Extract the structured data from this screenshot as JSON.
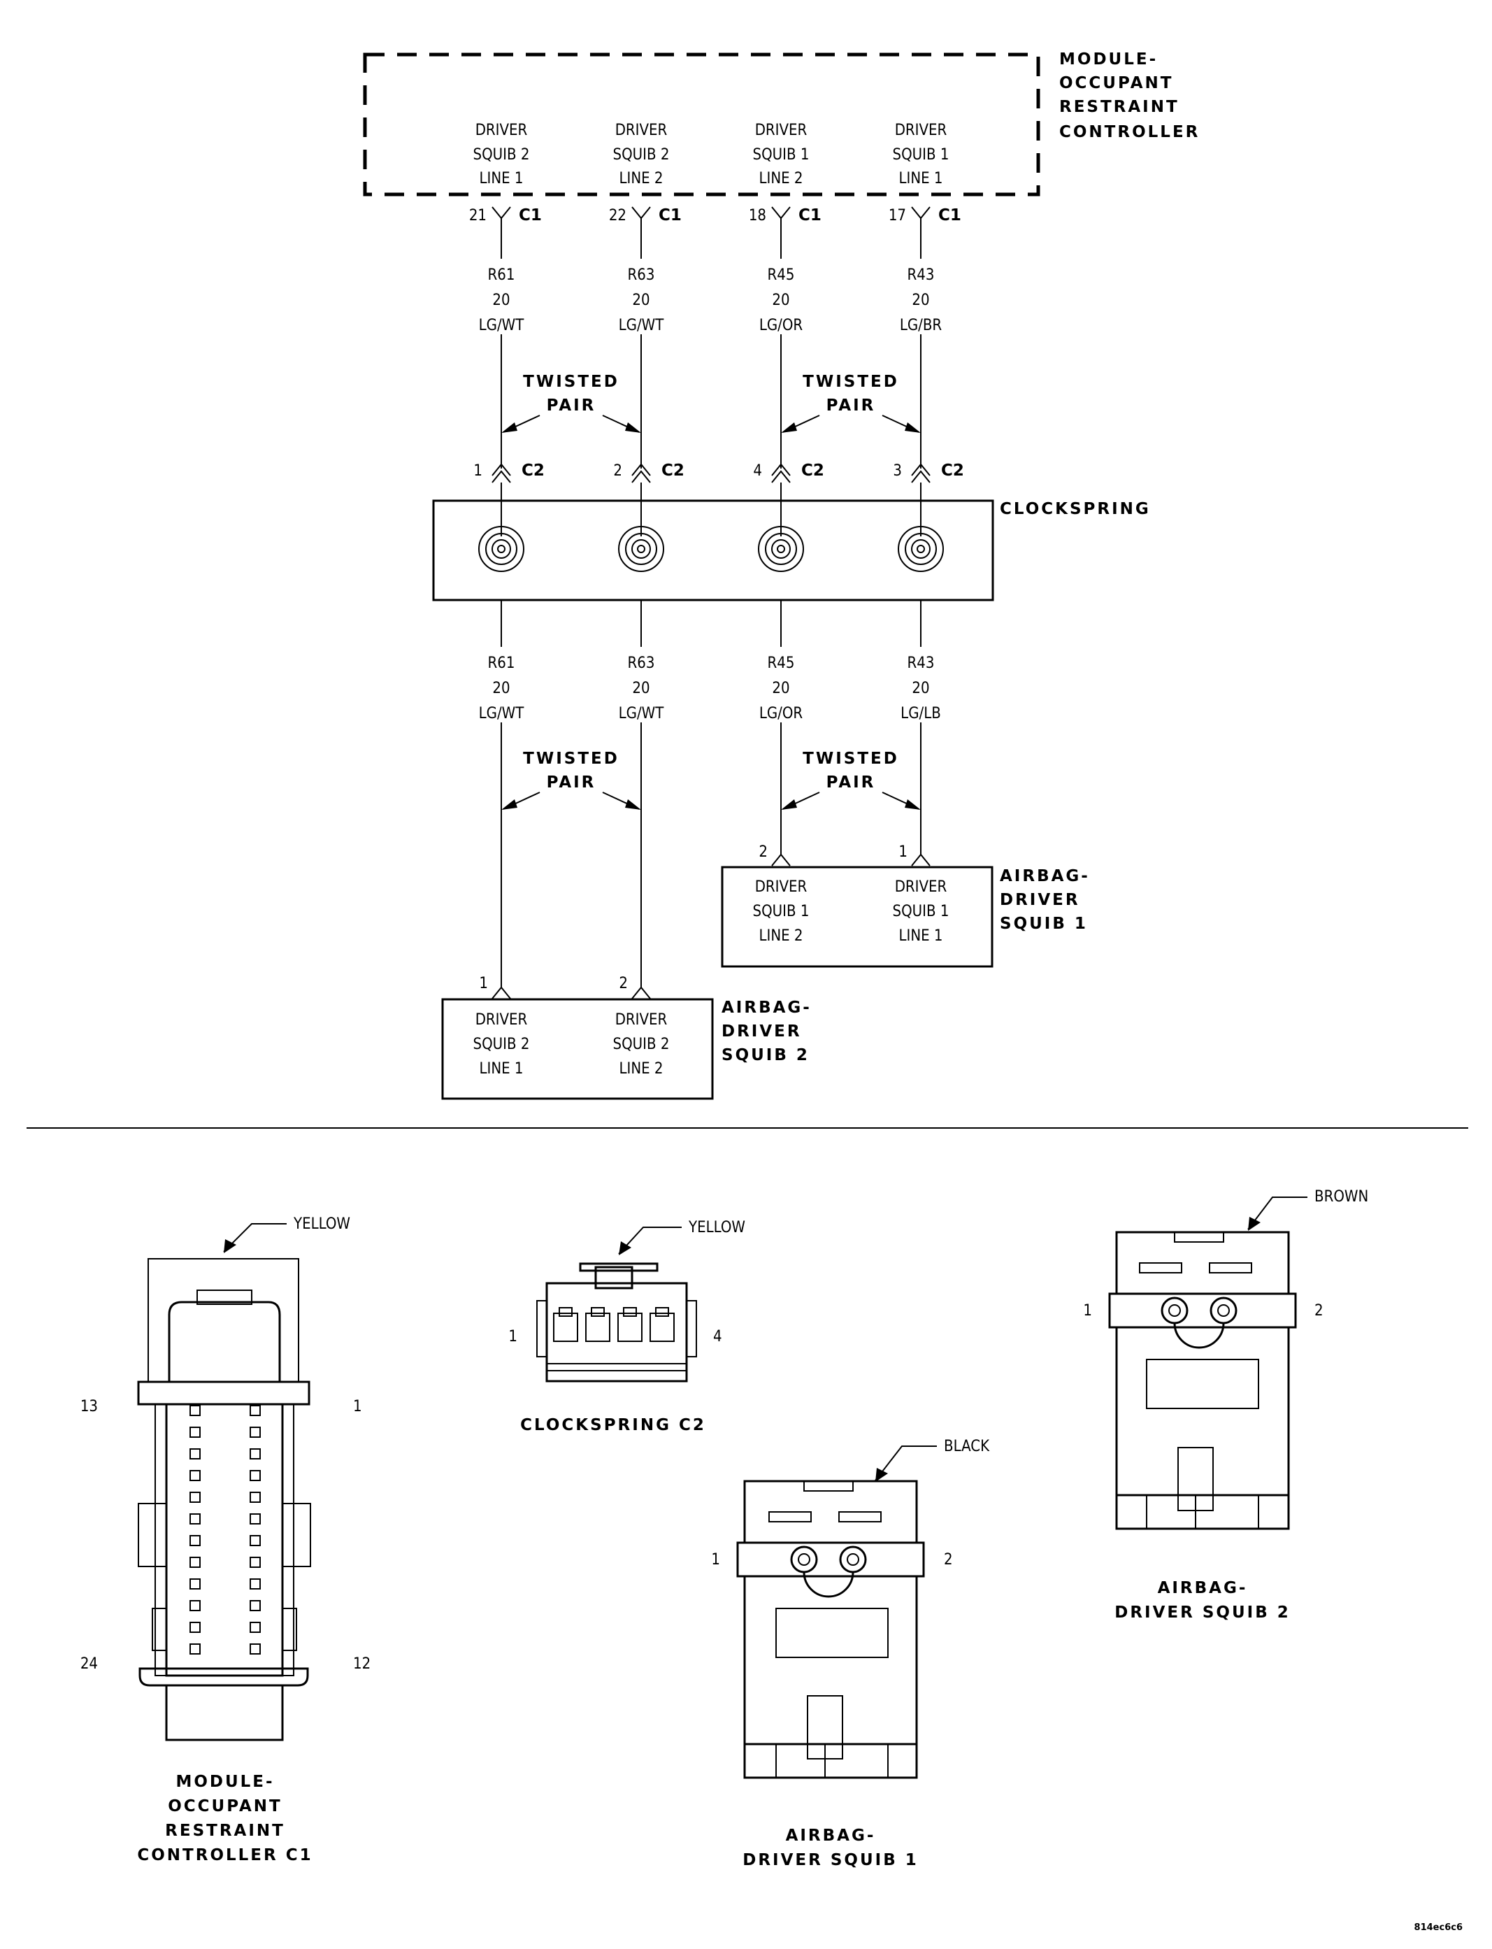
{
  "module": {
    "title": [
      "MODULE-",
      "OCCUPANT",
      "RESTRAINT",
      "CONTROLLER"
    ],
    "pins": [
      {
        "label": [
          "DRIVER",
          "SQUIB 2",
          "LINE 1"
        ],
        "cavity": "21",
        "connector": "C1"
      },
      {
        "label": [
          "DRIVER",
          "SQUIB 2",
          "LINE 2"
        ],
        "cavity": "22",
        "connector": "C1"
      },
      {
        "label": [
          "DRIVER",
          "SQUIB 1",
          "LINE 2"
        ],
        "cavity": "18",
        "connector": "C1"
      },
      {
        "label": [
          "DRIVER",
          "SQUIB 1",
          "LINE 1"
        ],
        "cavity": "17",
        "connector": "C1"
      }
    ]
  },
  "wires_upper": [
    {
      "circuit": "R61",
      "gauge": "20",
      "color": "LG/WT"
    },
    {
      "circuit": "R63",
      "gauge": "20",
      "color": "LG/WT"
    },
    {
      "circuit": "R45",
      "gauge": "20",
      "color": "LG/OR"
    },
    {
      "circuit": "R43",
      "gauge": "20",
      "color": "LG/BR"
    }
  ],
  "twisted_pair": [
    "TWISTED",
    "PAIR"
  ],
  "clockspring_c2_pins": [
    {
      "cavity": "1",
      "connector": "C2"
    },
    {
      "cavity": "2",
      "connector": "C2"
    },
    {
      "cavity": "4",
      "connector": "C2"
    },
    {
      "cavity": "3",
      "connector": "C2"
    }
  ],
  "clockspring_label": "CLOCKSPRING",
  "wires_lower": [
    {
      "circuit": "R61",
      "gauge": "20",
      "color": "LG/WT"
    },
    {
      "circuit": "R63",
      "gauge": "20",
      "color": "LG/WT"
    },
    {
      "circuit": "R45",
      "gauge": "20",
      "color": "LG/OR"
    },
    {
      "circuit": "R43",
      "gauge": "20",
      "color": "LG/LB"
    }
  ],
  "squib1": {
    "title": [
      "AIRBAG-",
      "DRIVER",
      "SQUIB 1"
    ],
    "pins": [
      {
        "cavity": "2",
        "label": [
          "DRIVER",
          "SQUIB 1",
          "LINE 2"
        ]
      },
      {
        "cavity": "1",
        "label": [
          "DRIVER",
          "SQUIB 1",
          "LINE 1"
        ]
      }
    ]
  },
  "squib2": {
    "title": [
      "AIRBAG-",
      "DRIVER",
      "SQUIB 2"
    ],
    "pins": [
      {
        "cavity": "1",
        "label": [
          "DRIVER",
          "SQUIB 2",
          "LINE 1"
        ]
      },
      {
        "cavity": "2",
        "label": [
          "DRIVER",
          "SQUIB 2",
          "LINE 2"
        ]
      }
    ]
  },
  "connector_views": {
    "c1": {
      "color": "YELLOW",
      "pins": {
        "top_left": "13",
        "top_right": "1",
        "bottom_left": "24",
        "bottom_right": "12"
      },
      "caption": [
        "MODULE-",
        "OCCUPANT",
        "RESTRAINT",
        "CONTROLLER C1"
      ]
    },
    "clockspring_c2": {
      "color": "YELLOW",
      "pins": {
        "left": "1",
        "right": "4"
      },
      "caption": "CLOCKSPRING C2"
    },
    "squib1": {
      "color": "BLACK",
      "pins": {
        "left": "1",
        "right": "2"
      },
      "caption": [
        "AIRBAG-",
        "DRIVER SQUIB 1"
      ]
    },
    "squib2": {
      "color": "BROWN",
      "pins": {
        "left": "1",
        "right": "2"
      },
      "caption": [
        "AIRBAG-",
        "DRIVER SQUIB 2"
      ]
    }
  },
  "figure_id": "814ec6c6"
}
